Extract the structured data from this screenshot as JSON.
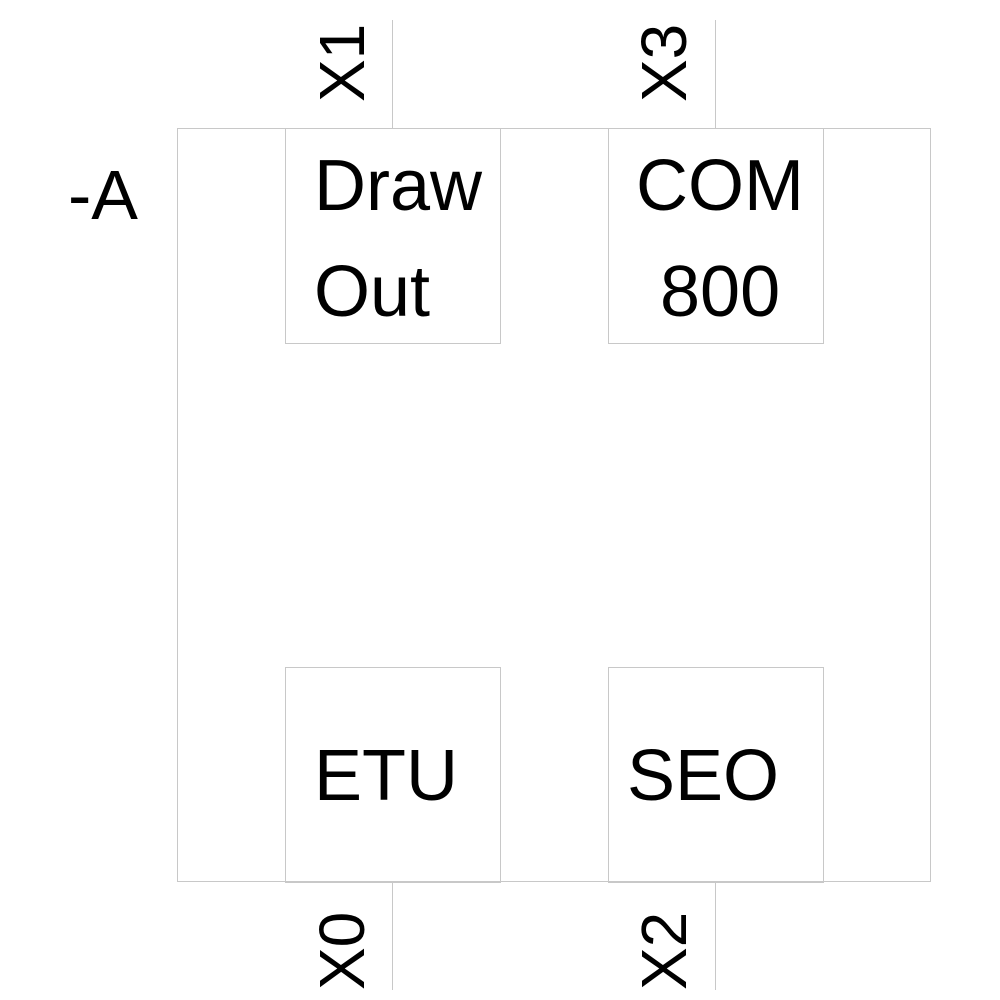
{
  "designation": "-A",
  "modules": {
    "draw_out": {
      "line1": "Draw",
      "line2": "Out",
      "connector": "X1"
    },
    "com800": {
      "line1": "COM",
      "line2": "800",
      "connector": "X3"
    },
    "etu": {
      "label": "ETU",
      "connector": "X0"
    },
    "seo": {
      "label": "SEO",
      "connector": "X2"
    }
  }
}
